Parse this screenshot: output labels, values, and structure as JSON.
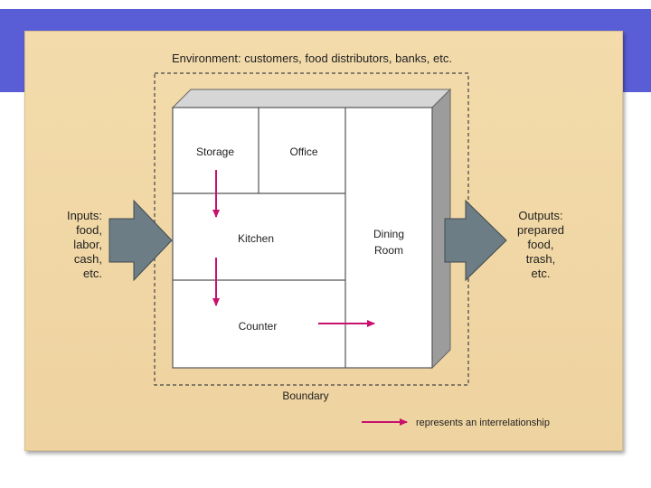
{
  "figure": {
    "environment_label": "Environment: customers, food distributors, banks, etc.",
    "boundary_label": "Boundary",
    "inputs_label": [
      "Inputs:",
      "food,",
      "labor,",
      "cash,",
      "etc."
    ],
    "outputs_label": [
      "Outputs:",
      "prepared",
      "food,",
      "trash,",
      "etc."
    ],
    "rooms": {
      "storage": "Storage",
      "office": "Office",
      "kitchen": "Kitchen",
      "counter": "Counter",
      "dining_room": [
        "Dining",
        "Room"
      ]
    },
    "legend_label": "represents an interrelationship"
  },
  "colors": {
    "title_bar": "#5a5ed6",
    "panel_background": "#f1d6a5",
    "relationship_arrow": "#c8106e",
    "io_arrow": "#6d7d86",
    "building_side": "#9a9a9a",
    "building_top": "#cfcfcf"
  }
}
